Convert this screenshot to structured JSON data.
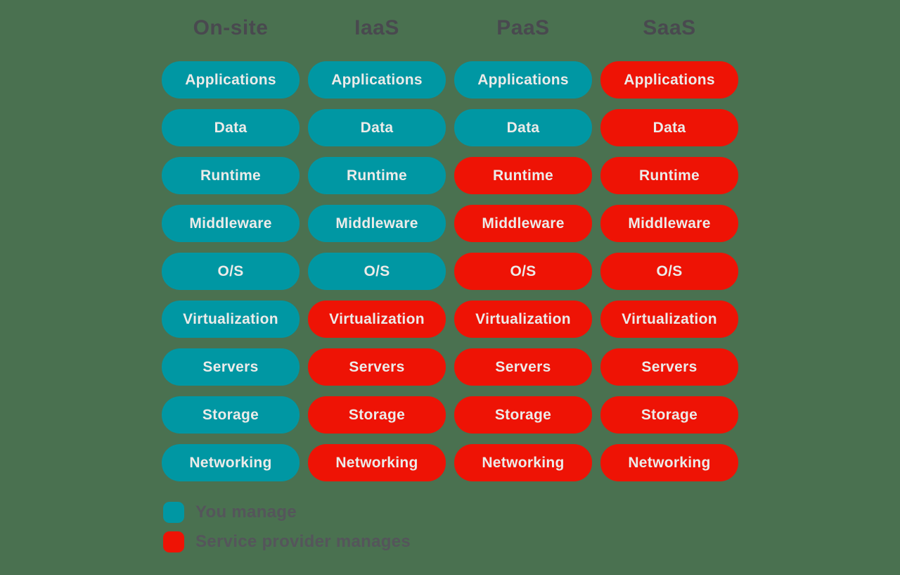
{
  "colors": {
    "background": "#4A7150",
    "teal": "#0097A3",
    "red": "#EE1305",
    "header_text": "#49494F",
    "pill_text": "#ECEBE9",
    "legend_text": "#55555B"
  },
  "columns": [
    {
      "label": "On-site",
      "cells": [
        {
          "label": "Applications",
          "managed_by": "you"
        },
        {
          "label": "Data",
          "managed_by": "you"
        },
        {
          "label": "Runtime",
          "managed_by": "you"
        },
        {
          "label": "Middleware",
          "managed_by": "you"
        },
        {
          "label": "O/S",
          "managed_by": "you"
        },
        {
          "label": "Virtualization",
          "managed_by": "you"
        },
        {
          "label": "Servers",
          "managed_by": "you"
        },
        {
          "label": "Storage",
          "managed_by": "you"
        },
        {
          "label": "Networking",
          "managed_by": "you"
        }
      ]
    },
    {
      "label": "IaaS",
      "cells": [
        {
          "label": "Applications",
          "managed_by": "you"
        },
        {
          "label": "Data",
          "managed_by": "you"
        },
        {
          "label": "Runtime",
          "managed_by": "you"
        },
        {
          "label": "Middleware",
          "managed_by": "you"
        },
        {
          "label": "O/S",
          "managed_by": "you"
        },
        {
          "label": "Virtualization",
          "managed_by": "provider"
        },
        {
          "label": "Servers",
          "managed_by": "provider"
        },
        {
          "label": "Storage",
          "managed_by": "provider"
        },
        {
          "label": "Networking",
          "managed_by": "provider"
        }
      ]
    },
    {
      "label": "PaaS",
      "cells": [
        {
          "label": "Applications",
          "managed_by": "you"
        },
        {
          "label": "Data",
          "managed_by": "you"
        },
        {
          "label": "Runtime",
          "managed_by": "provider"
        },
        {
          "label": "Middleware",
          "managed_by": "provider"
        },
        {
          "label": "O/S",
          "managed_by": "provider"
        },
        {
          "label": "Virtualization",
          "managed_by": "provider"
        },
        {
          "label": "Servers",
          "managed_by": "provider"
        },
        {
          "label": "Storage",
          "managed_by": "provider"
        },
        {
          "label": "Networking",
          "managed_by": "provider"
        }
      ]
    },
    {
      "label": "SaaS",
      "cells": [
        {
          "label": "Applications",
          "managed_by": "provider"
        },
        {
          "label": "Data",
          "managed_by": "provider"
        },
        {
          "label": "Runtime",
          "managed_by": "provider"
        },
        {
          "label": "Middleware",
          "managed_by": "provider"
        },
        {
          "label": "O/S",
          "managed_by": "provider"
        },
        {
          "label": "Virtualization",
          "managed_by": "provider"
        },
        {
          "label": "Servers",
          "managed_by": "provider"
        },
        {
          "label": "Storage",
          "managed_by": "provider"
        },
        {
          "label": "Networking",
          "managed_by": "provider"
        }
      ]
    }
  ],
  "legend": [
    {
      "label": "You manage",
      "managed_by": "you"
    },
    {
      "label": "Service provider manages",
      "managed_by": "provider"
    }
  ]
}
